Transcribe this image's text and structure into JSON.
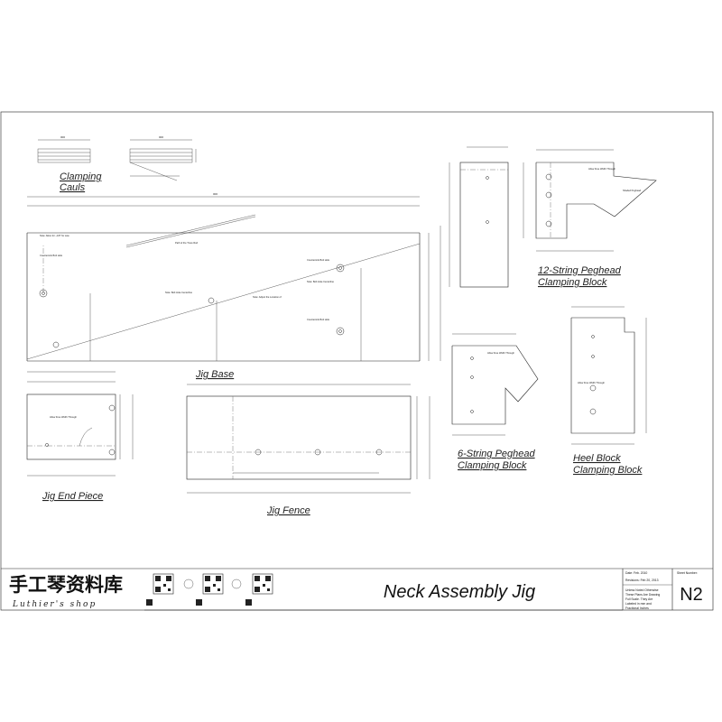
{
  "labels": {
    "clamping_cauls": [
      "Clamping",
      "Cauls"
    ],
    "jig_base": "Jig Base",
    "jig_end_piece": "Jig End Piece",
    "jig_fence": "Jig Fence",
    "peghead12": [
      "12-String Peghead",
      "Clamping Block"
    ],
    "peghead6": [
      "6-String Peghead",
      "Clamping Block"
    ],
    "heel_block": [
      "Heel Block",
      "Clamping Block"
    ]
  },
  "title_block": {
    "title": "Neck Assembly Jig",
    "date": "Date: Feb. 2010",
    "revisions": "Revisions: Feb 20, 2013",
    "notes": [
      "Unless Noted Otherwise",
      "These Plans Are Drawing",
      "Full Scale. They Are",
      "Labeled in mm and",
      "Fractional Inches"
    ],
    "sheet_number_label": "Sheet Number:",
    "sheet_number": "N2"
  },
  "logo": {
    "chinese_name": "手工琴资料库",
    "subtitle": "Luthier's shop"
  }
}
